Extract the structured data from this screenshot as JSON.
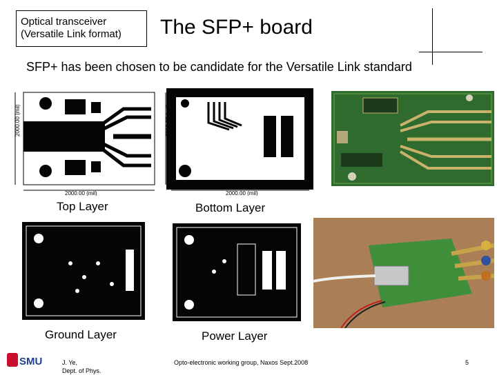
{
  "header": {
    "topic_line1": "Optical transceiver",
    "topic_line2": "(Versatile Link format)",
    "title": "The SFP+ board"
  },
  "subtitle": "SFP+ has been chosen to be candidate for the Versatile Link standard",
  "captions": {
    "top_layer": "Top Layer",
    "bottom_layer": "Bottom Layer",
    "ground_layer": "Ground Layer",
    "power_layer": "Power Layer"
  },
  "dimension_labels": {
    "top_vertical": "2000.00 (mil)",
    "top_horizontal": "2000.00 (mil)",
    "bottom_vertical": "2000.00 (mil)",
    "bottom_horizontal": "2000.00 (mil)"
  },
  "footer": {
    "logo_text": "SMU",
    "author_line1": "J. Ye,",
    "author_line2": "Dept. of Phys.",
    "meeting": "Opto-electronic working group, Naxos Sept.2008",
    "page_number": "5"
  },
  "colors": {
    "pcb_green": "#2f6a2e",
    "board_black": "#050505",
    "smu_red": "#c8102e",
    "smu_blue": "#1f3f8f"
  }
}
